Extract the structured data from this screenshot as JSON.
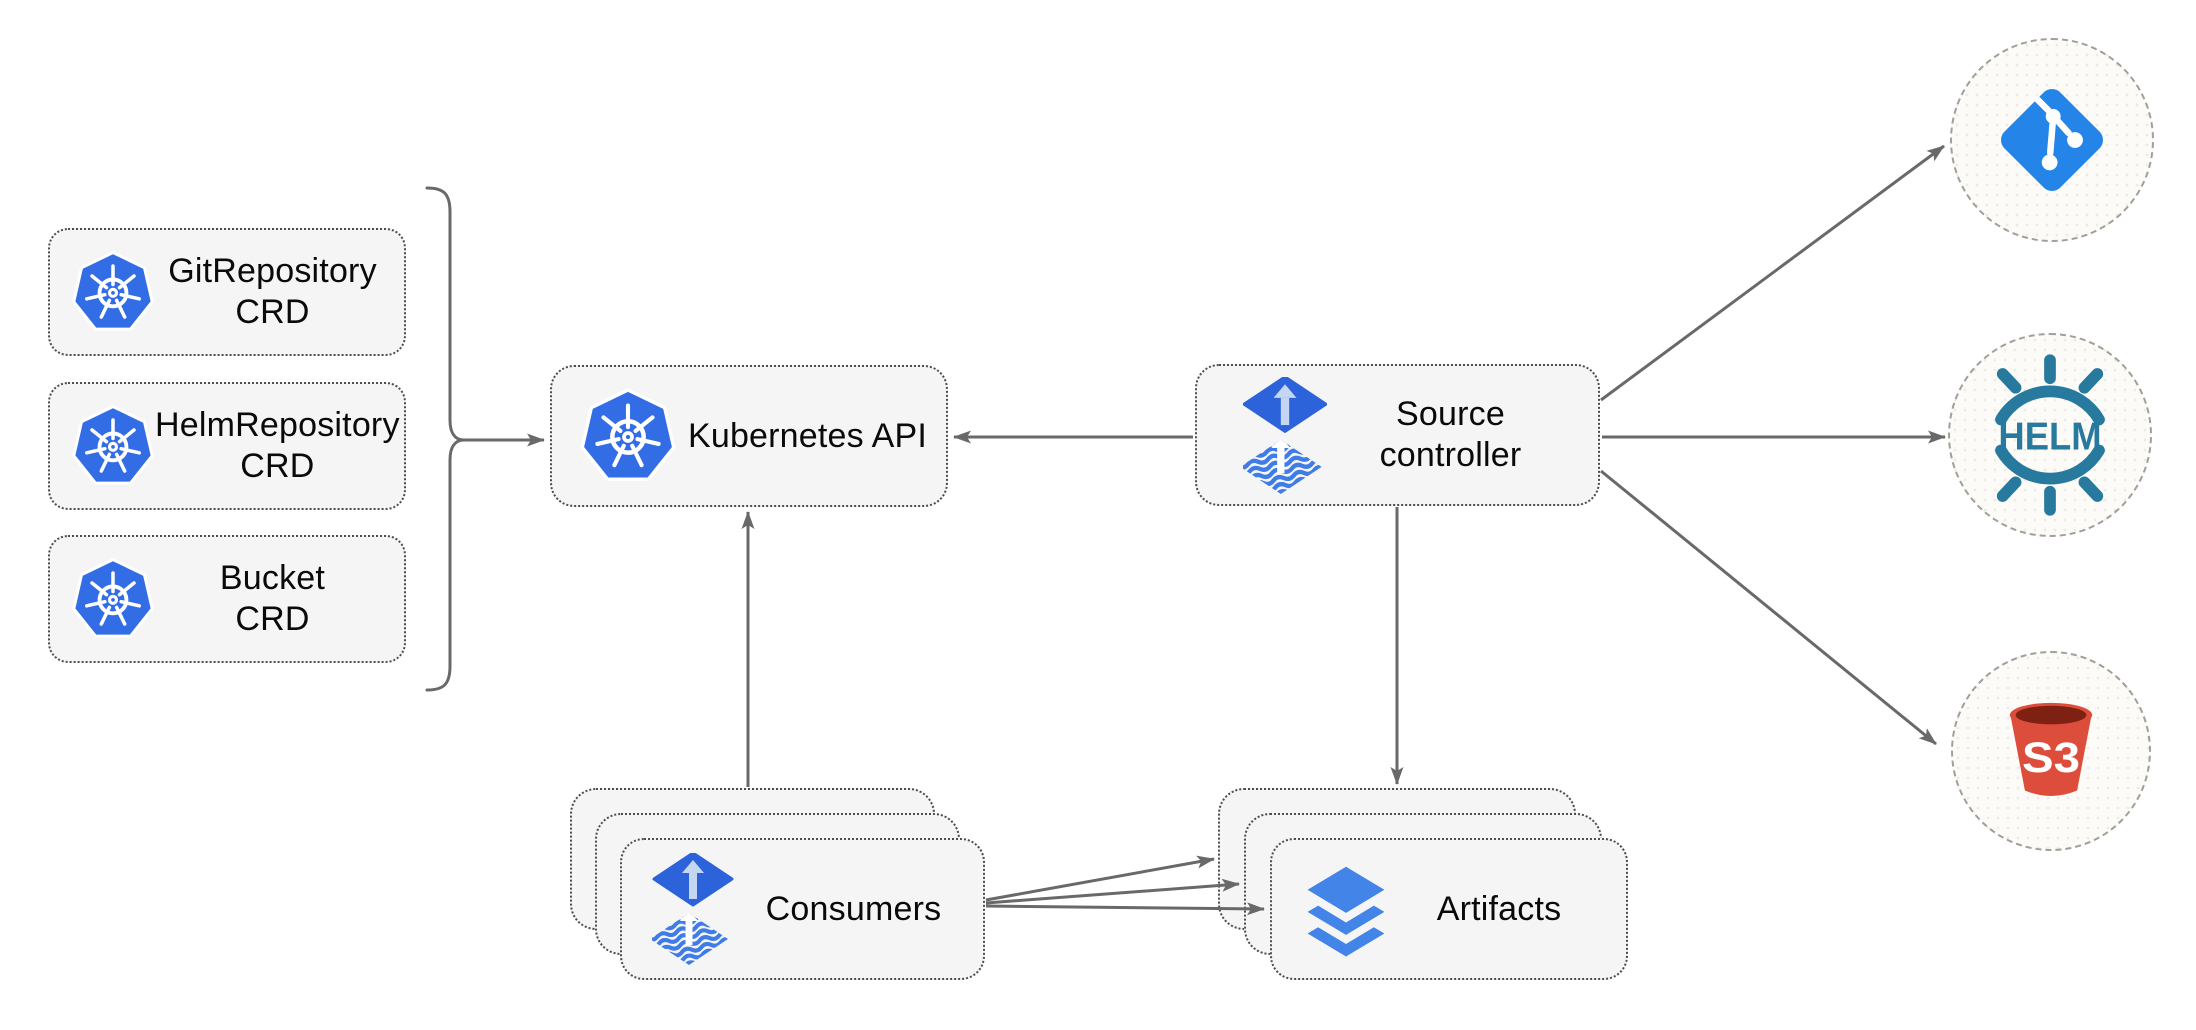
{
  "diagram": {
    "crd_nodes": [
      {
        "icon": "kubernetes-icon",
        "line1": "GitRepository",
        "line2": "CRD"
      },
      {
        "icon": "kubernetes-icon",
        "line1": "HelmRepository",
        "line2": "CRD"
      },
      {
        "icon": "kubernetes-icon",
        "line1": "Bucket",
        "line2": "CRD"
      }
    ],
    "kubernetes_api": {
      "icon": "kubernetes-icon",
      "label": "Kubernetes API"
    },
    "source_controller": {
      "icon": "flux-source-icon",
      "line1": "Source",
      "line2": "controller"
    },
    "consumers": {
      "icon": "flux-source-icon",
      "label": "Consumers",
      "stack_count": 3
    },
    "artifacts": {
      "icon": "layers-icon",
      "label": "Artifacts",
      "stack_count": 3
    },
    "external_sources": {
      "git": {
        "icon": "git-icon",
        "color": "#2484e8"
      },
      "helm": {
        "icon": "helm-icon",
        "label": "HELM",
        "color": "#27799e"
      },
      "s3": {
        "icon": "s3-bucket-icon",
        "label": "S3",
        "color": "#dd4d3c",
        "lid_color": "#7e2113"
      }
    },
    "colors": {
      "background": "#ffffff",
      "node_fill": "#f5f5f5",
      "node_border": "#4d4d4d",
      "circle_fill": "#fcfbf8",
      "circle_border": "#a19f9a",
      "connector": "#696969",
      "kubernetes_blue": "#336de5",
      "flux_blue": "#2d63da",
      "flux_arrow_light": "#c5d6f3",
      "flux_wave_blue": "#3f7ce8",
      "layers_blue": "#4384e8",
      "text": "#0a0a0a"
    }
  }
}
